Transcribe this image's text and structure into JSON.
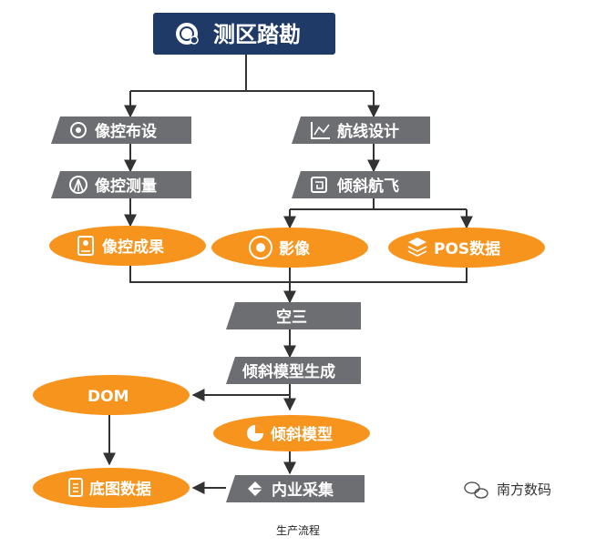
{
  "diagram": {
    "top": "测区踏勘",
    "left_branch": [
      "像控布设",
      "像控测量",
      "像控成果"
    ],
    "right_branch": [
      "航线设计",
      "倾斜航飞"
    ],
    "flight_outputs": [
      "影像",
      "POS数据"
    ],
    "center": [
      "空三",
      "倾斜模型生成"
    ],
    "dom": "DOM",
    "oblique_model": "倾斜模型",
    "interior": "内业采集",
    "basemap": "底图数据"
  },
  "watermark": "南方数码",
  "caption": "生产流程",
  "colors": {
    "navy": "#1f3a66",
    "gray": "#6d6e71",
    "orange": "#f7941d",
    "line": "#333333"
  },
  "icons": {
    "top": "globe-icon",
    "control_setup": "target-icon",
    "control_measure": "surveyor-icon",
    "control_result": "document-icon",
    "route": "chart-icon",
    "flight": "plane-icon",
    "image": "sun-icon",
    "pos": "layers-icon",
    "model": "pie-icon",
    "interior": "cursor-icon",
    "basemap": "clipboard-icon",
    "watermark": "wechat-icon"
  }
}
